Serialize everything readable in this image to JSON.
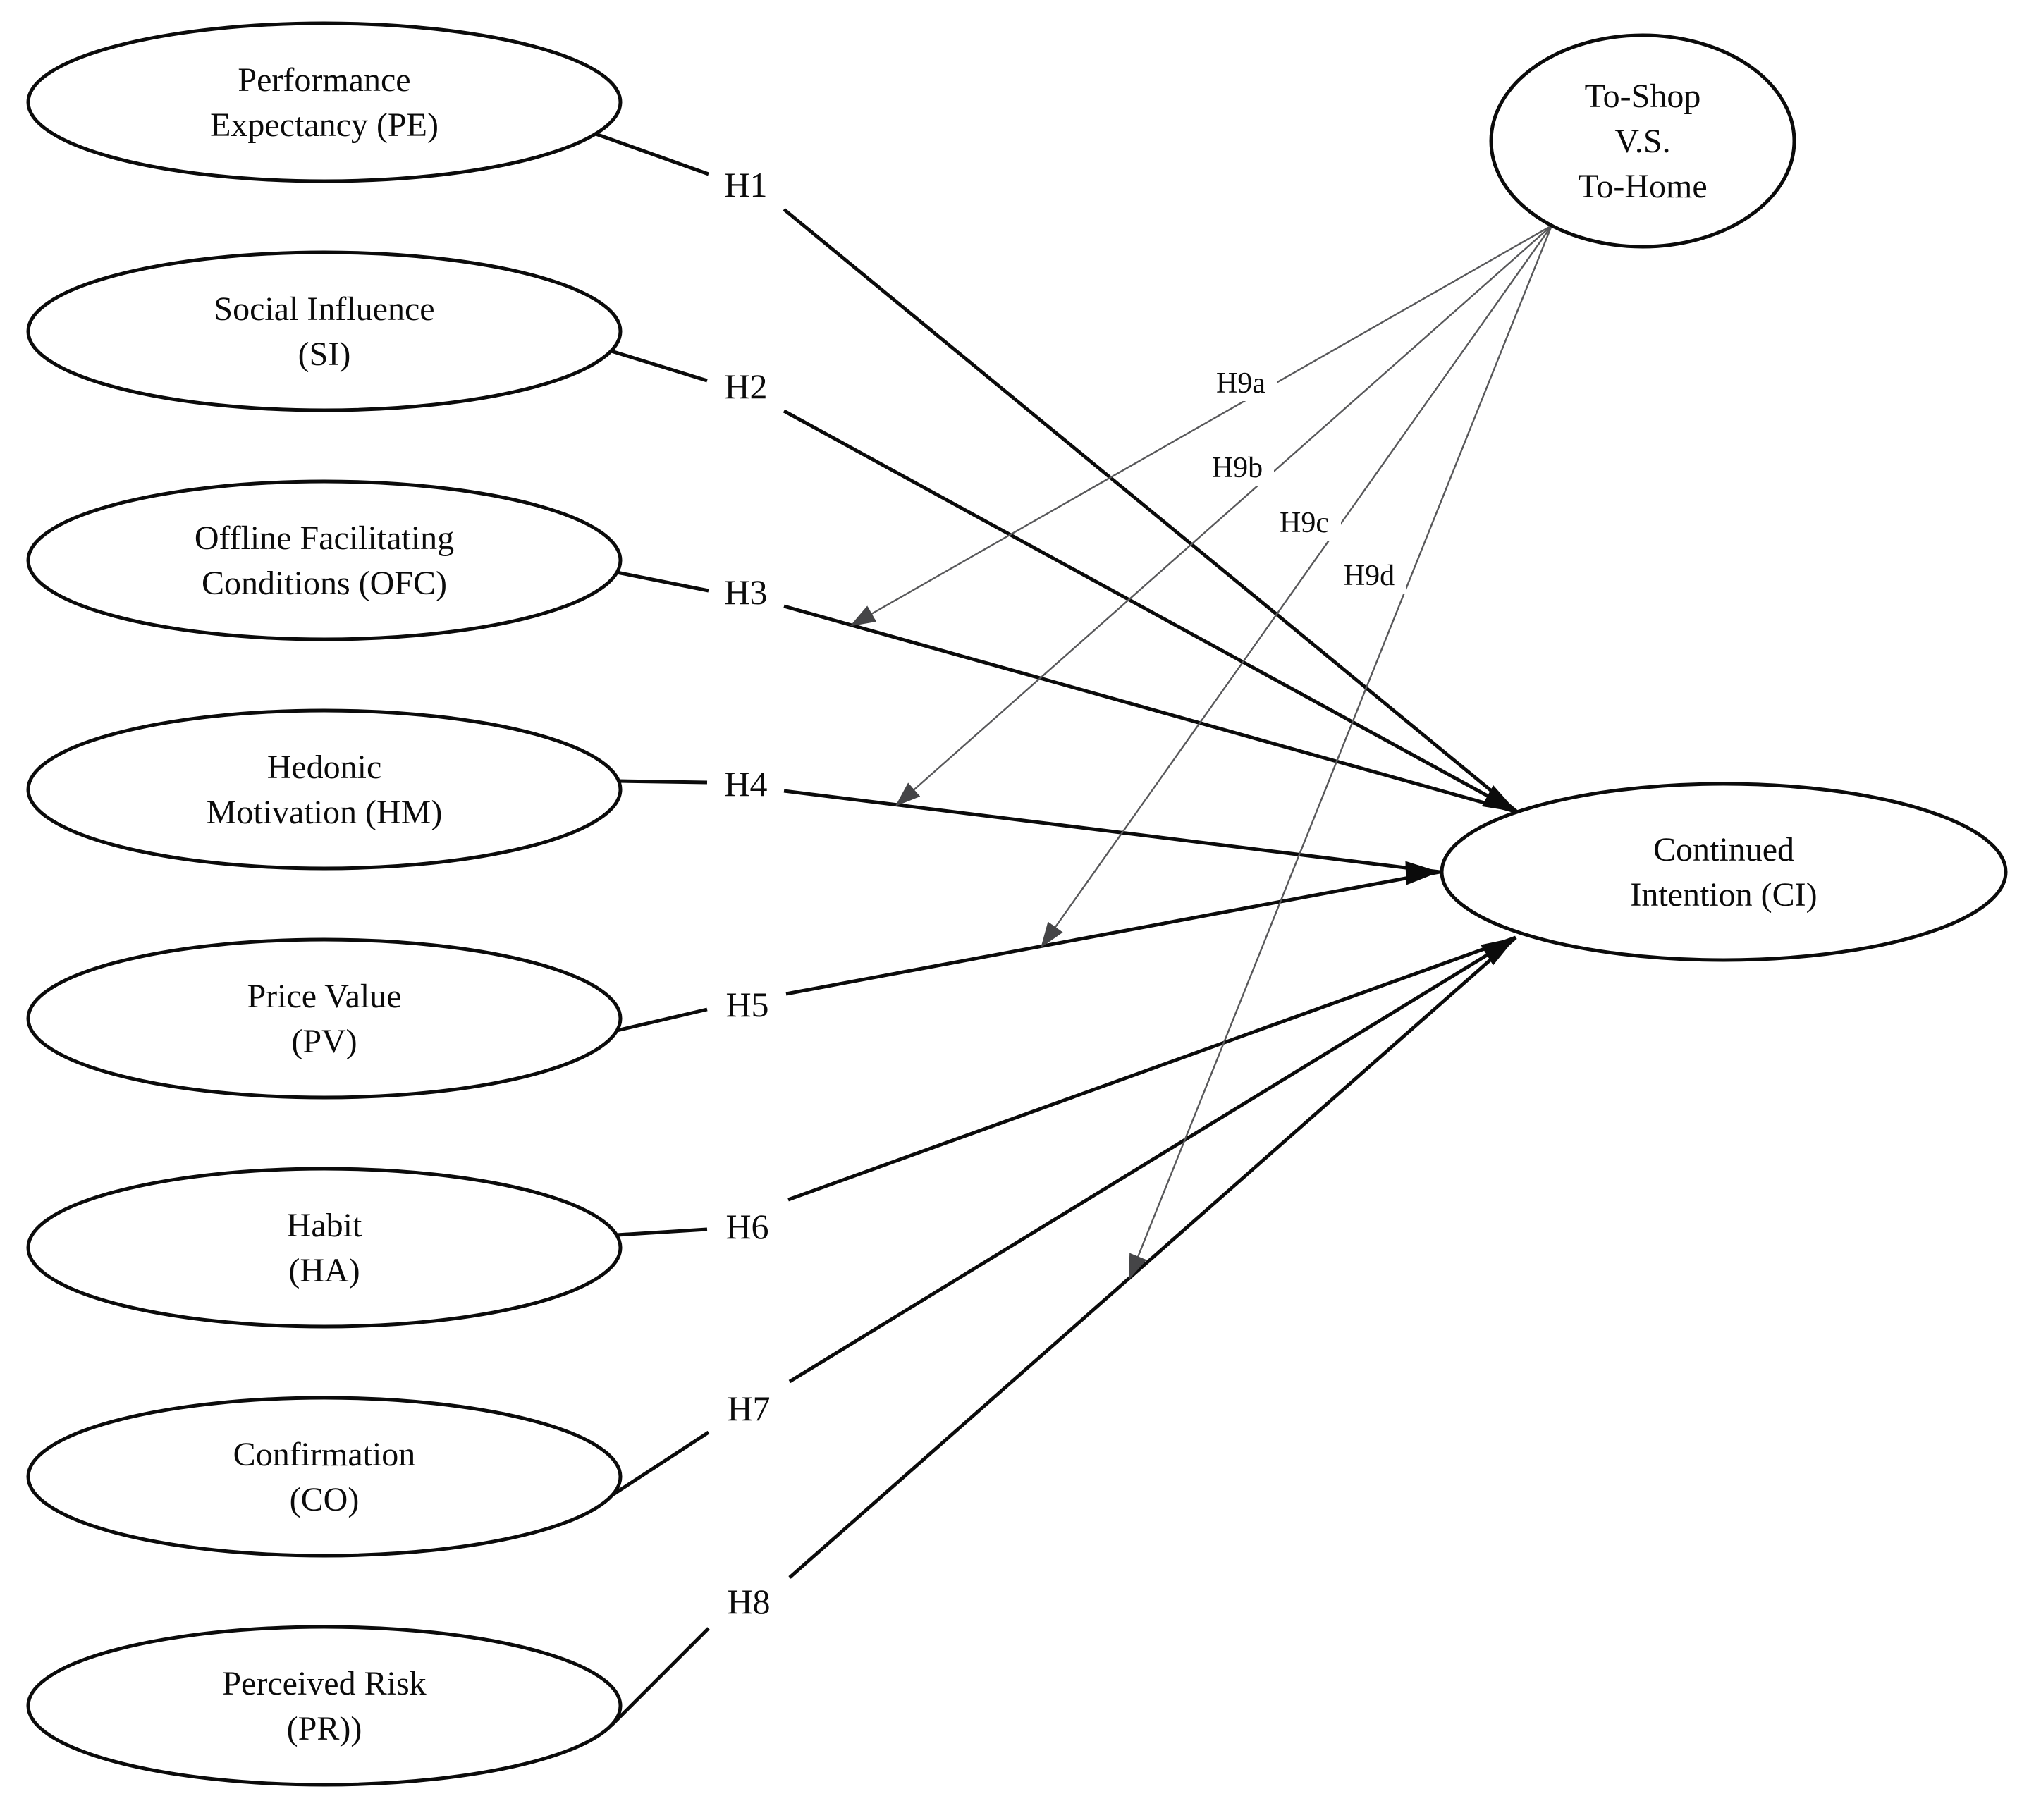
{
  "colors": {
    "background": "#ffffff",
    "node_stroke": "#0b0b0b",
    "text": "#0b0b0b",
    "thick_line": "#0b0b0b",
    "thin_line": "#58585a",
    "thin_arrow": "#454547"
  },
  "nodes": {
    "pe": {
      "id": "PE",
      "lines": [
        "Performance",
        "Expectancy (PE)"
      ]
    },
    "si": {
      "id": "SI",
      "lines": [
        "Social Influence",
        "(SI)"
      ]
    },
    "ofc": {
      "id": "OFC",
      "lines": [
        "Offline Facilitating",
        "Conditions (OFC)"
      ]
    },
    "hm": {
      "id": "HM",
      "lines": [
        "Hedonic",
        "Motivation (HM)"
      ]
    },
    "pv": {
      "id": "PV",
      "lines": [
        "Price Value",
        "(PV)"
      ]
    },
    "ha": {
      "id": "HA",
      "lines": [
        "Habit",
        "(HA)"
      ]
    },
    "co": {
      "id": "CO",
      "lines": [
        "Confirmation",
        "(CO)"
      ]
    },
    "pr": {
      "id": "PR",
      "lines": [
        "Perceived Risk",
        "(PR))"
      ]
    },
    "ts": {
      "id": "TS",
      "lines": [
        "To-Shop",
        "V.S.",
        "To-Home"
      ]
    },
    "ci": {
      "id": "CI",
      "lines": [
        "Continued",
        "Intention (CI)"
      ]
    }
  },
  "hypotheses": {
    "h1": {
      "label": "H1",
      "from": "PE",
      "to": "CI"
    },
    "h2": {
      "label": "H2",
      "from": "SI",
      "to": "CI"
    },
    "h3": {
      "label": "H3",
      "from": "OFC",
      "to": "CI"
    },
    "h4": {
      "label": "H4",
      "from": "HM",
      "to": "CI"
    },
    "h5": {
      "label": "H5",
      "from": "PV",
      "to": "CI"
    },
    "h6": {
      "label": "H6",
      "from": "HA",
      "to": "CI"
    },
    "h7": {
      "label": "H7",
      "from": "CO",
      "to": "CI"
    },
    "h8": {
      "label": "H8",
      "from": "PR",
      "to": "CI"
    }
  },
  "moderations": {
    "h9a": {
      "label": "H9a",
      "from": "TS",
      "target_path": "H3"
    },
    "h9b": {
      "label": "H9b",
      "from": "TS",
      "target_path": "H4"
    },
    "h9c": {
      "label": "H9c",
      "from": "TS",
      "target_path": "H5"
    },
    "h9d": {
      "label": "H9d",
      "from": "TS",
      "target_path": "H8"
    }
  }
}
